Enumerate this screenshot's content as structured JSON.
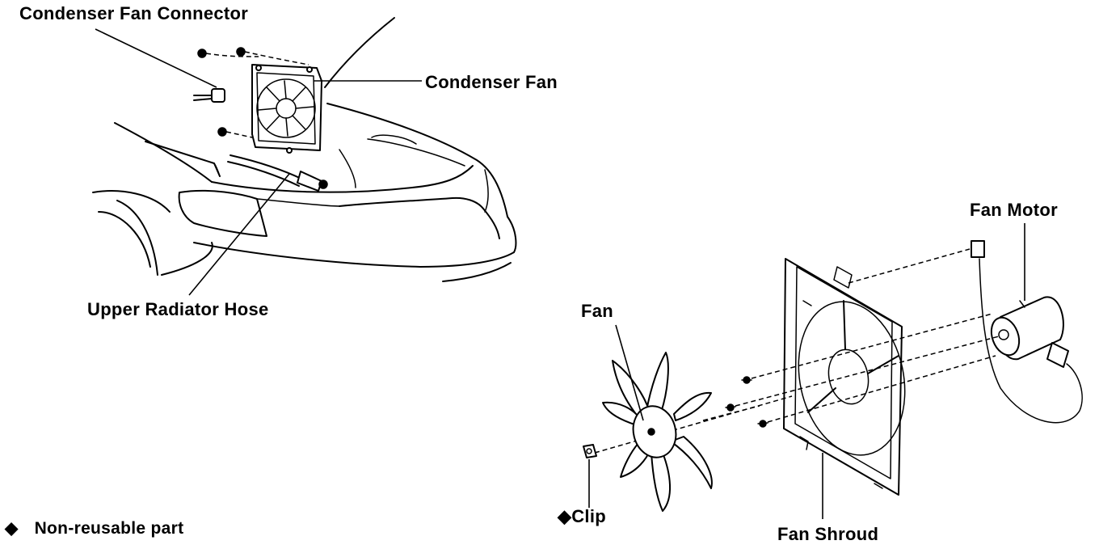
{
  "labels": {
    "condenser_fan_connector": "Condenser Fan Connector",
    "condenser_fan": "Condenser Fan",
    "upper_radiator_hose": "Upper Radiator Hose",
    "fan_motor": "Fan Motor",
    "fan": "Fan",
    "clip": "Clip",
    "fan_shroud": "Fan Shroud"
  },
  "legend": {
    "symbol": "◆",
    "text": "Non-reusable part"
  },
  "clip_marker": "◆",
  "colors": {
    "ink": "#000000",
    "background": "#ffffff"
  }
}
